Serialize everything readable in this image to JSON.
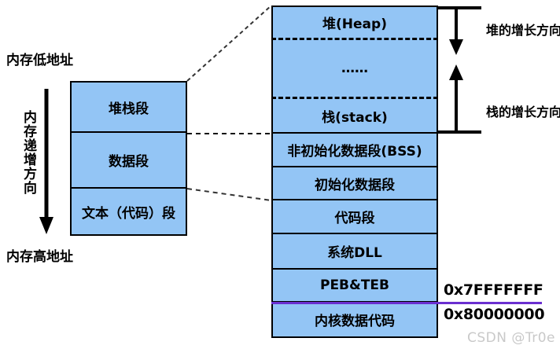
{
  "figure": {
    "title_low_address": "内存低地址",
    "title_high_address": "内存高地址",
    "direction_label": "内存递增方向",
    "watermark": "CSDN @Tr0e",
    "colors": {
      "segment_fill": "#93c5f5",
      "segment_border": "#000000",
      "kernel_divider": "#6a2fd0",
      "watermark": "#c9c9c9"
    }
  },
  "left_column": {
    "segments": [
      {
        "label": "堆栈段"
      },
      {
        "label": "数据段"
      },
      {
        "label": "文本（代码）段"
      }
    ]
  },
  "right_column": {
    "segments": [
      {
        "label": "堆(Heap)"
      },
      {
        "label": "……"
      },
      {
        "label": "栈(stack)"
      },
      {
        "label": "非初始化数据段(BSS)"
      },
      {
        "label": "初始化数据段"
      },
      {
        "label": "代码段"
      },
      {
        "label": "系统DLL"
      },
      {
        "label": "PEB&TEB"
      },
      {
        "label": "内核数据代码"
      }
    ]
  },
  "growth": {
    "heap_label": "堆的增长方向",
    "stack_label": "栈的增长方向"
  },
  "addresses": {
    "user_space_top": "0x7FFFFFFF",
    "kernel_space_base": "0x80000000"
  }
}
